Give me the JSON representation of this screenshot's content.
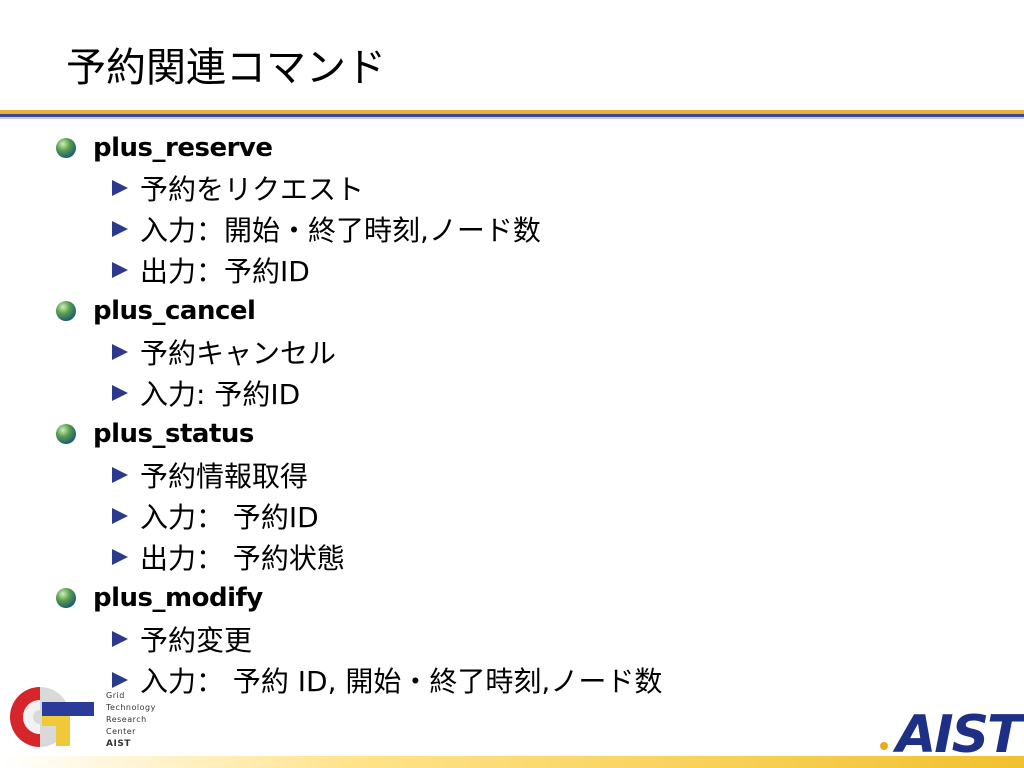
{
  "slide": {
    "title": "予約関連コマンド",
    "commands": [
      {
        "name": "plus_reserve",
        "details": [
          "予約をリクエスト",
          "入力：開始・終了時刻,ノード数",
          "出力：予約ID"
        ]
      },
      {
        "name": "plus_cancel",
        "details": [
          "予約キャンセル",
          "入力: 予約ID"
        ]
      },
      {
        "name": "plus_status",
        "details": [
          "予約情報取得",
          "入力： 予約ID",
          "出力： 予約状態"
        ]
      },
      {
        "name": "plus_modify",
        "details": [
          "予約変更",
          "入力： 予約 ID, 開始・終了時刻,ノード数"
        ]
      }
    ]
  },
  "footer": {
    "left_logo": {
      "mark": "GT",
      "lines": [
        "Grid",
        "Technology",
        "Research",
        "Center",
        "AIST"
      ]
    },
    "right_logo": "AIST"
  },
  "colors": {
    "accent_blue": "#2b3a8c",
    "accent_gold": "#e8b23a"
  }
}
